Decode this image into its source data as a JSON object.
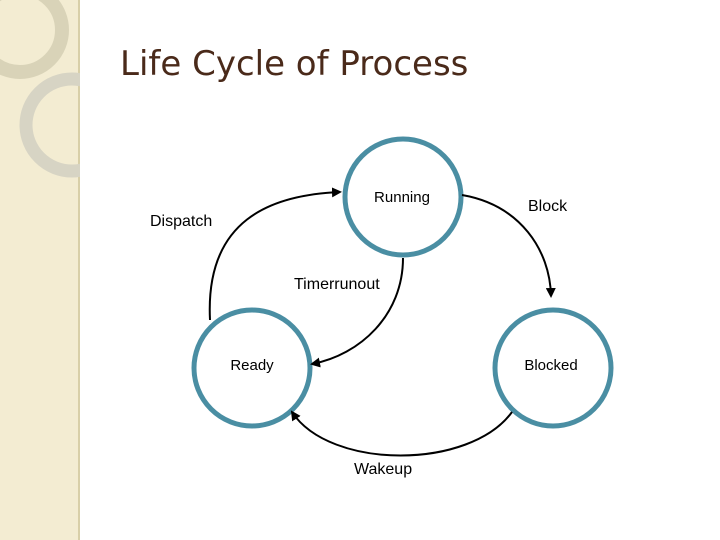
{
  "slide": {
    "title": "Life Cycle of Process"
  },
  "diagram": {
    "states": {
      "running": "Running",
      "ready": "Ready",
      "blocked": "Blocked"
    },
    "transitions": {
      "dispatch": "Dispatch",
      "timerrunout": "Timerrunout",
      "block": "Block",
      "wakeup": "Wakeup"
    },
    "colors": {
      "state_border": "#4a8ea3",
      "state_fill": "#ffffff",
      "arrow": "#000000",
      "title": "#4a2a1a",
      "sidebar": "#f3ecd2"
    }
  }
}
